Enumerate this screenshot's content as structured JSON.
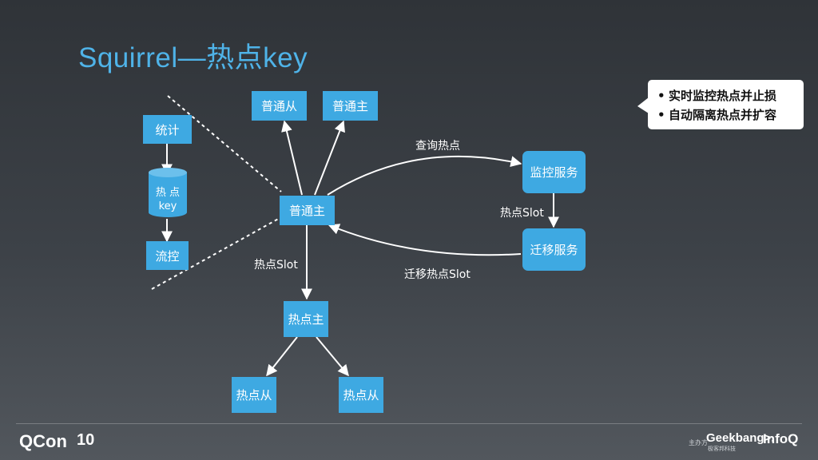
{
  "title": "Squirrel—热点key",
  "left_flow": {
    "stats": "统计",
    "hot_key_line1": "热  点",
    "hot_key_line2": "key",
    "flow_control": "流控"
  },
  "nodes": {
    "normal_slave": "普通从",
    "normal_master_top": "普通主",
    "normal_master": "普通主",
    "monitor_service": "监控服务",
    "migration_service": "迁移服务",
    "hot_master": "热点主",
    "hot_slave_left": "热点从",
    "hot_slave_right": "热点从"
  },
  "edge_labels": {
    "query_hot": "查询热点",
    "hot_slot_right": "热点Slot",
    "migrate_hot_slot": "迁移热点Slot",
    "hot_slot_down": "热点Slot"
  },
  "callout": {
    "items": [
      "实时监控热点并止损",
      "自动隔离热点并扩容"
    ]
  },
  "footer": {
    "qcon": "QCon",
    "qcon_num": "10",
    "host": "主办方",
    "geekbang": "Geekbang>.",
    "geekbang_sub": "极客邦科技",
    "infoq": "InfoQ"
  }
}
